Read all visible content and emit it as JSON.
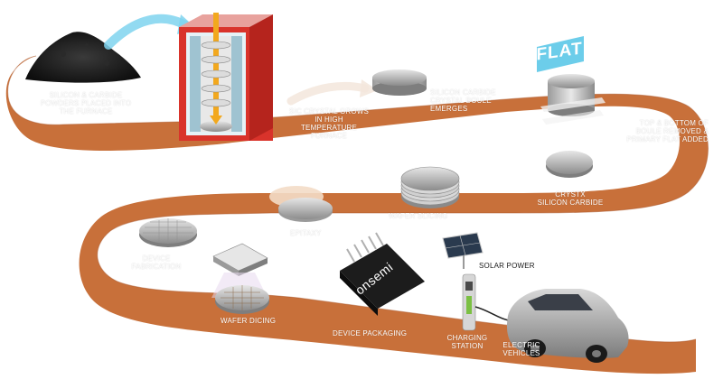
{
  "steps": [
    {
      "id": "powders",
      "text": "SILICON & CARBIDE\nPOWDERS PLACED INTO\nTHE FURNACE"
    },
    {
      "id": "crystal_grows",
      "text": "SiC CRYSTAL GROWS\nIN HIGH TEMPERATURE\nFURNACE"
    },
    {
      "id": "boule_emerges",
      "text": "SILICON CARBIDE\nCRYSTAL BOULE\nEMERGES"
    },
    {
      "id": "top_bottom",
      "text": "TOP & BOTTOM OF\nBOULE REMOVED &\nPRIMARY FLAT ADDED"
    },
    {
      "id": "crystx",
      "text": "CRYSTX\nSILICON CARBIDE"
    },
    {
      "id": "wafer_slicing",
      "text": "WAFER SLICING"
    },
    {
      "id": "epitaxy",
      "text": "EPITAXY"
    },
    {
      "id": "device_fabrication",
      "text": "DEVICE\nFABRICATION"
    },
    {
      "id": "wafer_dicing",
      "text": "WAFER DICING"
    },
    {
      "id": "device_packaging",
      "text": "DEVICE PACKAGING"
    },
    {
      "id": "charging_station",
      "text": "CHARGING\nSTATION"
    },
    {
      "id": "electric_vehicles",
      "text": "ELECTRIC\nVEHICLES"
    },
    {
      "id": "solar_power",
      "text": "SOLAR POWER"
    }
  ],
  "flat_sign": "FLAT",
  "brand": "onsemi",
  "colors": {
    "road": "#c8703a",
    "road_edge": "#a9552a",
    "furnace_red": "#d9332b",
    "sign_blue": "#5cc8e8",
    "arrow_blue": "#7fd3ee",
    "wafer_grey": "#bdbdbd"
  }
}
